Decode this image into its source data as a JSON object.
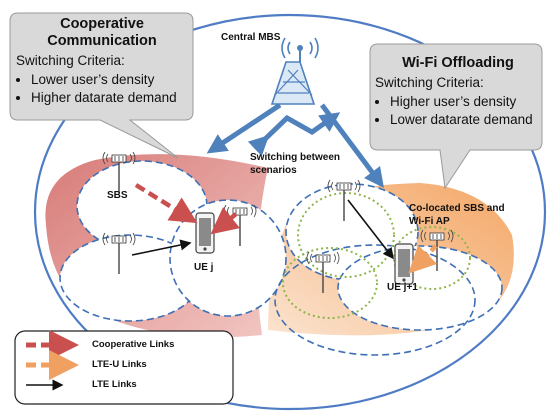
{
  "callouts": {
    "coop": {
      "title_line1": "Cooperative",
      "title_line2": "Communication",
      "criteria": "Switching Criteria:",
      "items": [
        "Lower user’s density",
        "Higher datarate demand"
      ]
    },
    "wifi": {
      "title": "Wi-Fi Offloading",
      "criteria": "Switching Criteria:",
      "items": [
        "Higher user’s density",
        "Lower datarate demand"
      ]
    }
  },
  "labels": {
    "mbs": "Central MBS",
    "switching_line1": "Switching between",
    "switching_line2": "scenarios",
    "sbs": "SBS",
    "ue_j": "UE j",
    "ue_j1": "UE j+1",
    "colocated_line1": "Co-located SBS and",
    "colocated_line2": "Wi-Fi AP"
  },
  "legend": {
    "items": [
      {
        "label": "Cooperative Links",
        "color": "#c9504f",
        "icon": "dashed-arrow"
      },
      {
        "label": "LTE-U Links",
        "color": "#f0a060",
        "icon": "dashed-arrow"
      },
      {
        "label": "LTE Links",
        "color": "#111111",
        "icon": "solid-arrow"
      }
    ]
  },
  "colors": {
    "outer_border": "#4f7cc4",
    "coop_area": "#dc8b88",
    "wifi_area": "#f8c9a3",
    "cell_border": "#3f6fb5",
    "wifi_ring": "#8fb54a",
    "switch_arrow": "#4f81bd",
    "callout_fill": "#d9d9d9",
    "tower": "#4f81bd"
  }
}
